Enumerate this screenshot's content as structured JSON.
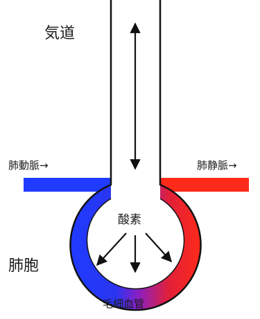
{
  "labels": {
    "trachea": "気道",
    "pulmonary_artery": "肺動脈→",
    "pulmonary_vein": "肺静脈→",
    "oxygen": "酸素",
    "alveolus": "肺胞",
    "capillary": "毛細血管"
  },
  "colors": {
    "artery_blue": "#1f3bff",
    "vein_red": "#ff2a1a",
    "mid_purple": "#8a1fc4",
    "line_black": "#111111"
  }
}
